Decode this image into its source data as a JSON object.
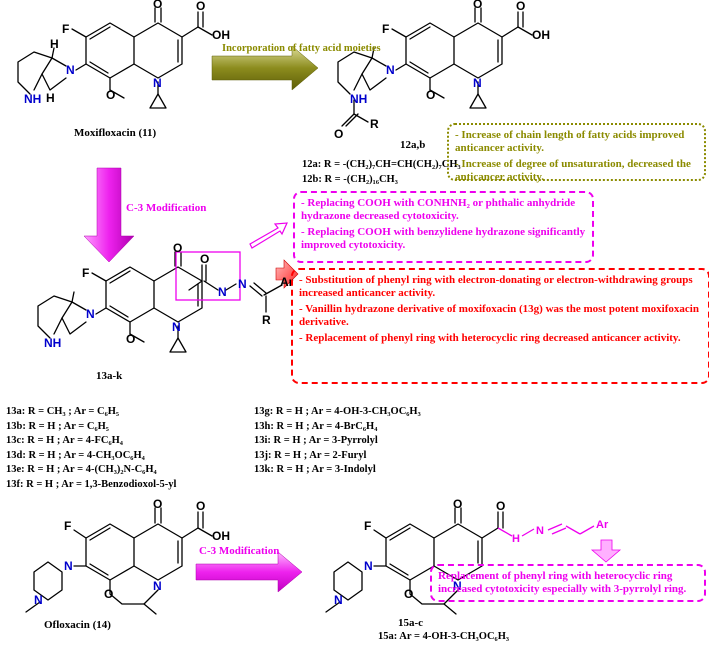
{
  "arrows": {
    "fatty_label": "Incorporation of fatty acid moieties",
    "c3_label_top": "C-3 Modification",
    "c3_label_bottom": "C-3 Modification"
  },
  "compounds": {
    "moxifloxacin": "Moxifloxacin (11)",
    "c12": "12a,b",
    "c13": "13a-k",
    "ofloxacin": "Ofloxacin (14)",
    "c15": "15a-c"
  },
  "series12": [
    "12a: R = -(CH₂)₇CH=CH(CH₂)₇CH₃",
    "12b: R = -(CH₂)₁₆CH₃"
  ],
  "notes_fatty": [
    "- Increase of chain length of fatty acids improved anticancer activity.",
    "- Increase of degree of unsaturation, decreased the anticancer activity."
  ],
  "notes_hydrazide": [
    "- Replacing COOH with CONHNH₂ or phthalic anhydride hydrazone decreased cytotoxicity.",
    "- Replacing COOH with benzylidene hydrazone significantly improved cytotoxicity."
  ],
  "notes_phenyl": [
    "- Substitution of phenyl ring with electron-donating or electron-withdrawing groups increased anticancer activity.",
    "- Vanillin hydrazone derivative of moxifoxacin (13g) was the most potent moxifoxacin derivative.",
    "- Replacement of phenyl ring with heterocyclic ring decreased anticancer activity."
  ],
  "series13_left": [
    "13a: R = CH₃ ; Ar = C₆H₅",
    "13b: R = H ; Ar = C₆H₅",
    "13c: R = H ; Ar = 4-FC₆H₄",
    "13d: R = H ; Ar = 4-CH₃OC₆H₄",
    "13e: R = H ; Ar = 4-(CH₃)₂N-C₆H₄",
    "13f: R = H ; Ar = 1,3-Benzodioxol-5-yl"
  ],
  "series13_right": [
    "13g: R = H ; Ar = 4-OH-3-CH₃OC₆H₃",
    "13h: R = H ; Ar = 4-BrC₆H₄",
    "13i: R = H ; Ar = 3-Pyrrolyl",
    "13j: R = H ; Ar = 2-Furyl",
    "13k: R = H ; Ar = 3-Indolyl"
  ],
  "notes_oflox": "Replacement of phenyl ring with heterocyclic ring increased cytotoxicity especially with 3-pyrrolyl ring.",
  "series15": "15a: Ar = 4-OH-3-CH₃OC₆H₃",
  "atom_labels": {
    "F": "F",
    "O": "O",
    "OH": "OH",
    "N": "N",
    "NH": "NH",
    "H": "H",
    "R": "R",
    "Ar": "Ar",
    "NNH": "N",
    "HN": "H"
  },
  "colors": {
    "olive": "#8b8b00",
    "magenta": "#ee00ee",
    "red": "#ff0000",
    "nitrogen": "#0000cc"
  }
}
